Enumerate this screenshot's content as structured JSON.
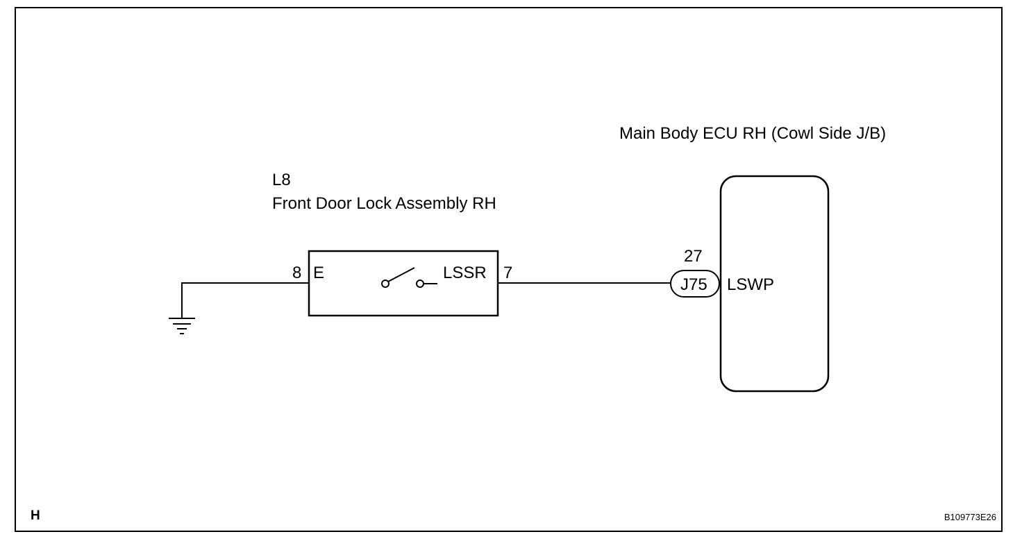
{
  "ecu": {
    "title": "Main Body ECU RH (Cowl Side J/B)",
    "terminal_label": "LSWP",
    "pin_number": "27",
    "connector_id": "J75"
  },
  "door_lock": {
    "connector_id": "L8",
    "title": "Front Door Lock Assembly RH",
    "left_pin_number": "8",
    "left_terminal_label": "E",
    "right_terminal_label": "LSSR",
    "right_pin_number": "7"
  },
  "footer": {
    "section_letter": "H",
    "figure_code": "B109773E26"
  }
}
